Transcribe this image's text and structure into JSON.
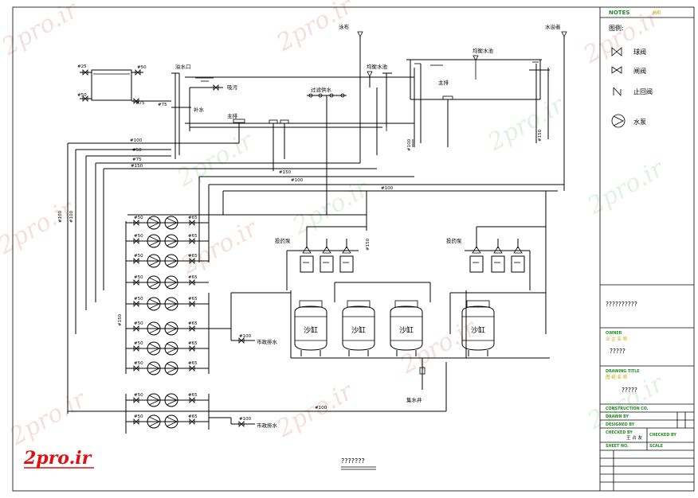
{
  "watermark": {
    "text": "2pro.ir",
    "logo_text": "2pro.ir"
  },
  "diagram": {
    "labels": {
      "d25": "#25",
      "d50_tank": "#50",
      "d50_left": "#50",
      "d75_tank": "#75",
      "overflow_port": "溢水口",
      "sewage": "吸污",
      "makeup_water": "补水",
      "d75_small": "#75",
      "main_drain": "主排",
      "inlet_top": "泳布",
      "balance_return": "均衡水池",
      "filter_supply": "过滤供水",
      "balance_tank": "均衡水池",
      "main_drain_right": "主排",
      "pool_overflow": "水溢者",
      "d100_1": "#100",
      "d50_1": "#50",
      "d75_1": "#75",
      "d150_1": "#150",
      "d150_2": "#150",
      "d100_2": "#100",
      "d100_3": "#100",
      "d100_v1": "#100",
      "d100_v2": "#100",
      "d150_v": "#150",
      "d150_v2": "#150",
      "d100_right": "#100",
      "dosing_pump_left": "投药泵",
      "dosing_pump_right": "投药泵",
      "sand_tank": "沙缸",
      "municipal_drain_1": "市政排水",
      "municipal_drain_2": "市政排水",
      "d100_drain1": "#100",
      "d100_drain2": "#100",
      "sump": "集水井",
      "d100_bottom": "#100",
      "pump_in": "#50",
      "pump_out": "#65",
      "title": "???????"
    }
  },
  "legend": {
    "notes_title": "NOTES",
    "notes_tag": "说明",
    "legend_title": "图例:",
    "items": [
      {
        "icon": "ball-valve-icon",
        "label": "球阀"
      },
      {
        "icon": "gate-valve-icon",
        "label": "闸阀"
      },
      {
        "icon": "check-valve-icon",
        "label": "止回阀"
      },
      {
        "icon": "water-pump-icon",
        "label": "水泵"
      }
    ]
  },
  "title_block": {
    "project_name": "??????????",
    "owner_label": "OWNER",
    "owner_cn": "业 主 名 称",
    "owner_value": "?????",
    "drawing_title_label": "DRAWING TITLE",
    "drawing_title_cn": "图 纸 名 称",
    "drawing_title_value": "?????",
    "company_label": "CONSTRUCTION CO.",
    "drawn_by": "DRAWN BY",
    "row_a": "DESIGNED BY",
    "row_b": "CHECKED BY",
    "draw_cn": "王 占 友",
    "checked_label": "CHECKED BY",
    "sheet_label": "SHEET NO.",
    "scale_label": "SCALE"
  }
}
